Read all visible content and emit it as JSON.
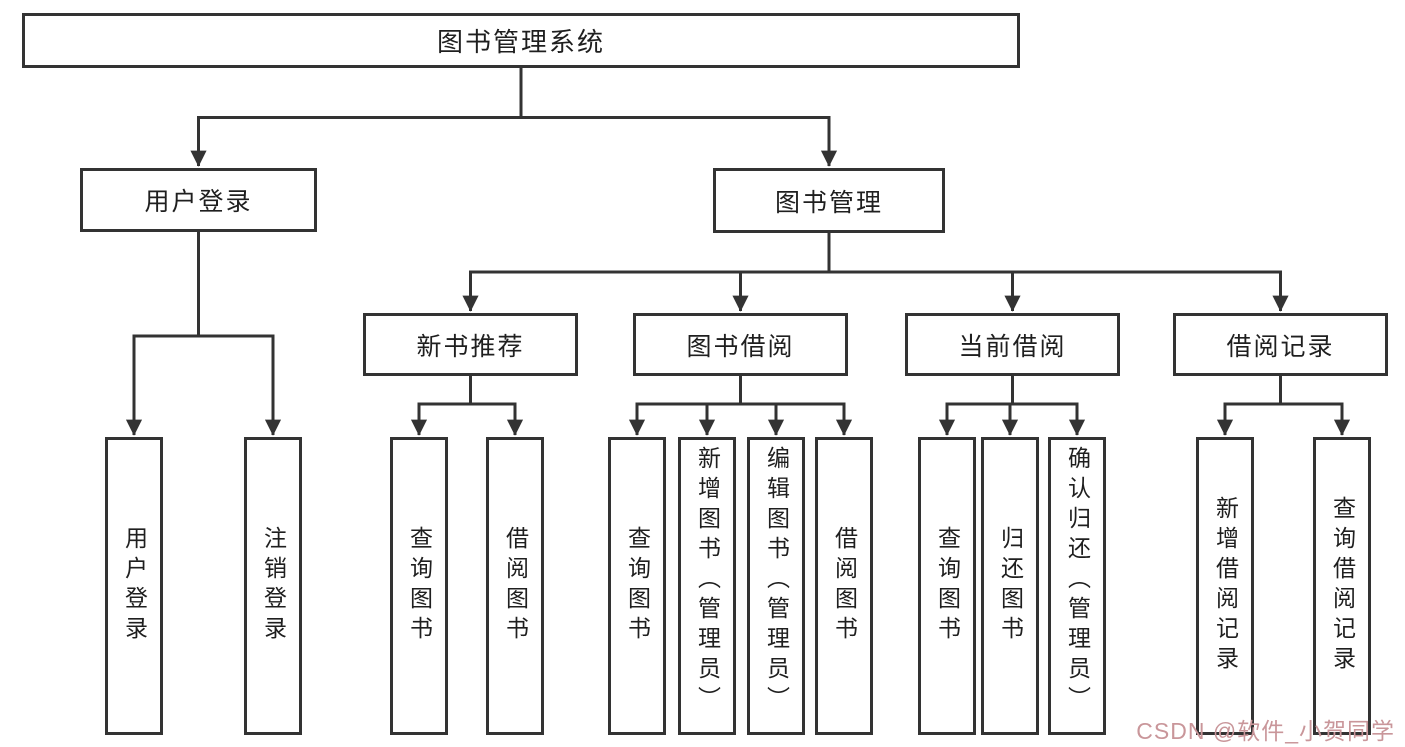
{
  "diagram": {
    "title": "图书管理系统",
    "level2": [
      {
        "label": "用户登录"
      },
      {
        "label": "图书管理"
      }
    ],
    "level3": [
      {
        "label": "新书推荐"
      },
      {
        "label": "图书借阅"
      },
      {
        "label": "当前借阅"
      },
      {
        "label": "借阅记录"
      }
    ],
    "leaves": {
      "user_login": [
        {
          "label": "用户登录"
        },
        {
          "label": "注销登录"
        }
      ],
      "new_books": [
        {
          "label": "查询图书"
        },
        {
          "label": "借阅图书"
        }
      ],
      "book_borrow": [
        {
          "label": "查询图书"
        },
        {
          "label": "新增图书（管理员）"
        },
        {
          "label": "编辑图书（管理员）"
        },
        {
          "label": "借阅图书"
        }
      ],
      "current_borrow": [
        {
          "label": "查询图书"
        },
        {
          "label": "归还图书"
        },
        {
          "label": "确认归还（管理员）"
        }
      ],
      "borrow_records": [
        {
          "label": "新增借阅记录"
        },
        {
          "label": "查询借阅记录"
        }
      ]
    },
    "watermark": "CSDN @软件_小贺同学",
    "colors": {
      "line": "#333333",
      "text": "#1f1f1f",
      "watermark": "#c9969a",
      "background": "#ffffff"
    }
  }
}
